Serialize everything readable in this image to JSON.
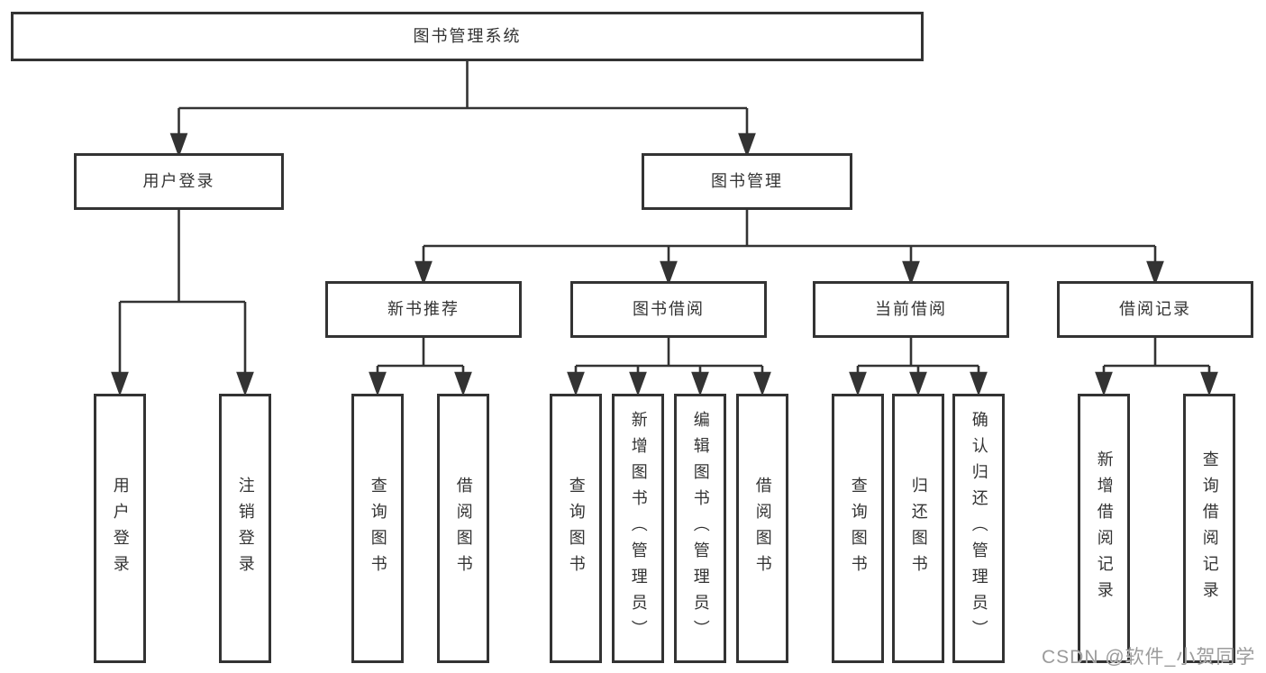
{
  "tree": {
    "label": "图书管理系统",
    "children": [
      {
        "label": "用户登录",
        "children": [
          {
            "label": "用户登录"
          },
          {
            "label": "注销登录"
          }
        ]
      },
      {
        "label": "图书管理",
        "children": [
          {
            "label": "新书推荐",
            "children": [
              {
                "label": "查询图书"
              },
              {
                "label": "借阅图书"
              }
            ]
          },
          {
            "label": "图书借阅",
            "children": [
              {
                "label": "查询图书"
              },
              {
                "label": "新增图书（管理员）"
              },
              {
                "label": "编辑图书（管理员）"
              },
              {
                "label": "借阅图书"
              }
            ]
          },
          {
            "label": "当前借阅",
            "children": [
              {
                "label": "查询图书"
              },
              {
                "label": "归还图书"
              },
              {
                "label": "确认归还（管理员）"
              }
            ]
          },
          {
            "label": "借阅记录",
            "children": [
              {
                "label": "新增借阅记录"
              },
              {
                "label": "查询借阅记录"
              }
            ]
          }
        ]
      }
    ]
  },
  "watermark": {
    "text": "CSDN @软件_小贺同学"
  },
  "colors": {
    "line": "#333333",
    "box_border": "#333333",
    "text": "#333333",
    "background": "#ffffff",
    "watermark": "#9b9b9b"
  }
}
